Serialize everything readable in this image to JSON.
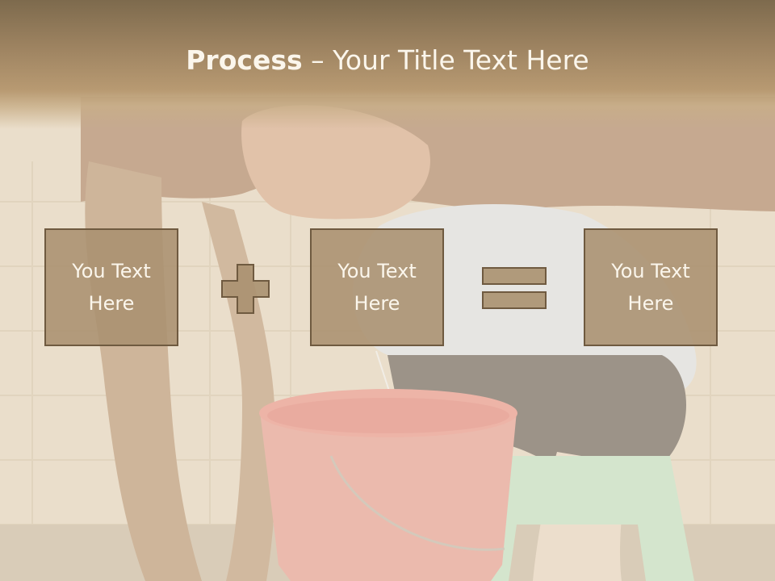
{
  "title": {
    "bold": "Process",
    "rest": " – Your Title Text Here"
  },
  "boxes": [
    {
      "text": "You Text\nHere"
    },
    {
      "text": "You Text\nHere"
    },
    {
      "text": "You Text\nHere"
    }
  ],
  "operators": [
    "plus-icon",
    "equals-icon"
  ],
  "colors": {
    "title_band": "#9c8260",
    "box_fill": "#aa9170",
    "box_border": "#6f5a40",
    "text": "#fbf6ec"
  }
}
